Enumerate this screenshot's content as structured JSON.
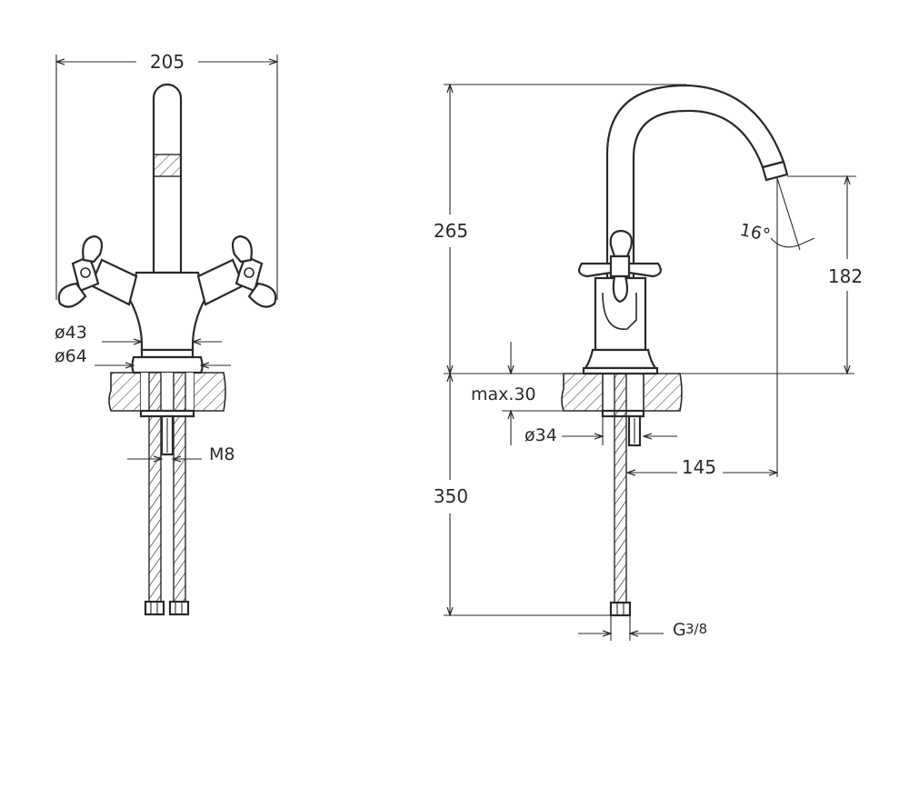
{
  "labels": {
    "width_205": "205",
    "height_265": "265",
    "height_182": "182",
    "angle": "16°",
    "dia_43": "ø43",
    "dia_64": "ø64",
    "max_30": "max.30",
    "dia_34": "ø34",
    "thread_m8": "M8",
    "reach_145": "145",
    "hose_350": "350",
    "connection_g": "G",
    "connection_frac": "3/8"
  }
}
